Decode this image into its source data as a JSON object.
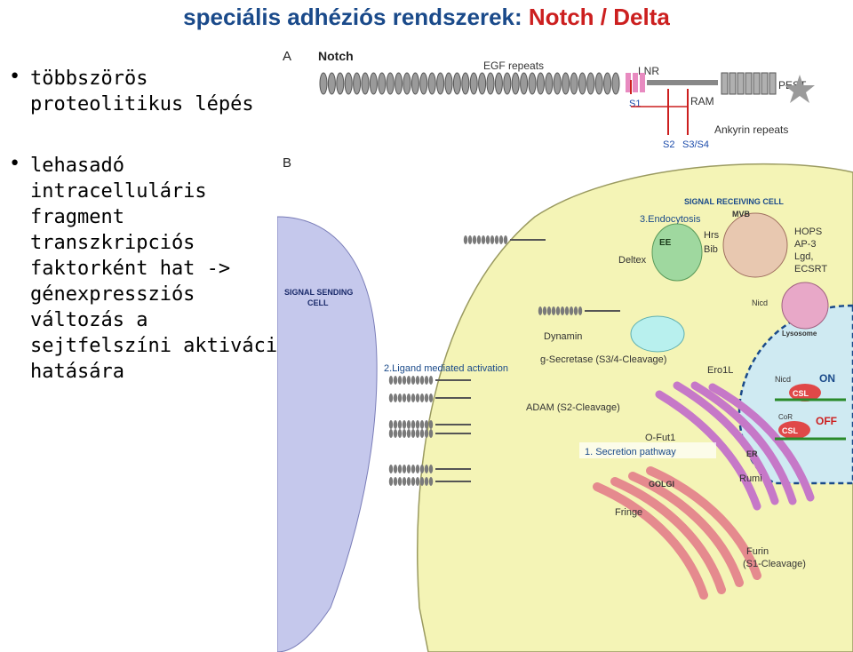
{
  "title": {
    "part1": "speciális adhéziós rendszerek: ",
    "part2": "Notch / Delta"
  },
  "bullets": [
    {
      "lines": [
        "többszörös",
        "proteolitikus lépés"
      ]
    },
    {
      "lines": [
        "lehasadó",
        "intracelluláris",
        "fragment",
        "transzkripciós",
        "faktorként hat ->",
        "génexpressziós",
        "változás a",
        "sejtfelszíni aktiváció",
        "hatására"
      ]
    }
  ],
  "panel_a": {
    "letter": "A",
    "notch": "Notch",
    "egf": "EGF repeats",
    "lnr": "LNR",
    "s1": "S1",
    "ram": "RAM",
    "pest": "PEST",
    "ankyrin": "Ankyrin repeats",
    "s2": "S2",
    "s3s4": "S3/S4"
  },
  "panel_b": {
    "letter": "B",
    "signal_sending": [
      "SIGNAL SENDING",
      "CELL"
    ],
    "signal_receiving": "SIGNAL RECEIVING CELL",
    "endocytosis": "3.Endocytosis",
    "mvb": "MVB",
    "ee": "EE",
    "hrs": "Hrs",
    "bib": "Bib",
    "hops": [
      "HOPS",
      "AP-3",
      "Lgd,",
      "ECSRT"
    ],
    "deltex": "Deltex",
    "lysosome": "Lysosome",
    "nicd": "Nicd",
    "dynamin": "Dynamin",
    "ligand_activation": "2.Ligand mediated activation",
    "secretase": "g-Secretase (S3/4-Cleavage)",
    "adam": "ADAM (S2-Cleavage)",
    "ero1l": "Ero1L",
    "o_fut1": "O-Fut1",
    "secretion": "1. Secretion pathway",
    "er": "ER",
    "rumi": "Rumi",
    "golgi": "GOLGI",
    "fringe": "Fringe",
    "furin": "Furin",
    "s1_cleavage": "(S1-Cleavage)",
    "on": "ON",
    "off": "OFF",
    "csl": "CSL",
    "nicd_n": "Nicd",
    "cor": "CoR"
  },
  "colors": {
    "title_blue": "#1a4a8a",
    "title_red": "#cc1f1f",
    "cell_yellow": "#f4f4b6",
    "sending_cell": "#c5c8ec",
    "nucleus": "#cfeaf2",
    "golgi": "#e58a8e",
    "er": "#c678c8"
  }
}
